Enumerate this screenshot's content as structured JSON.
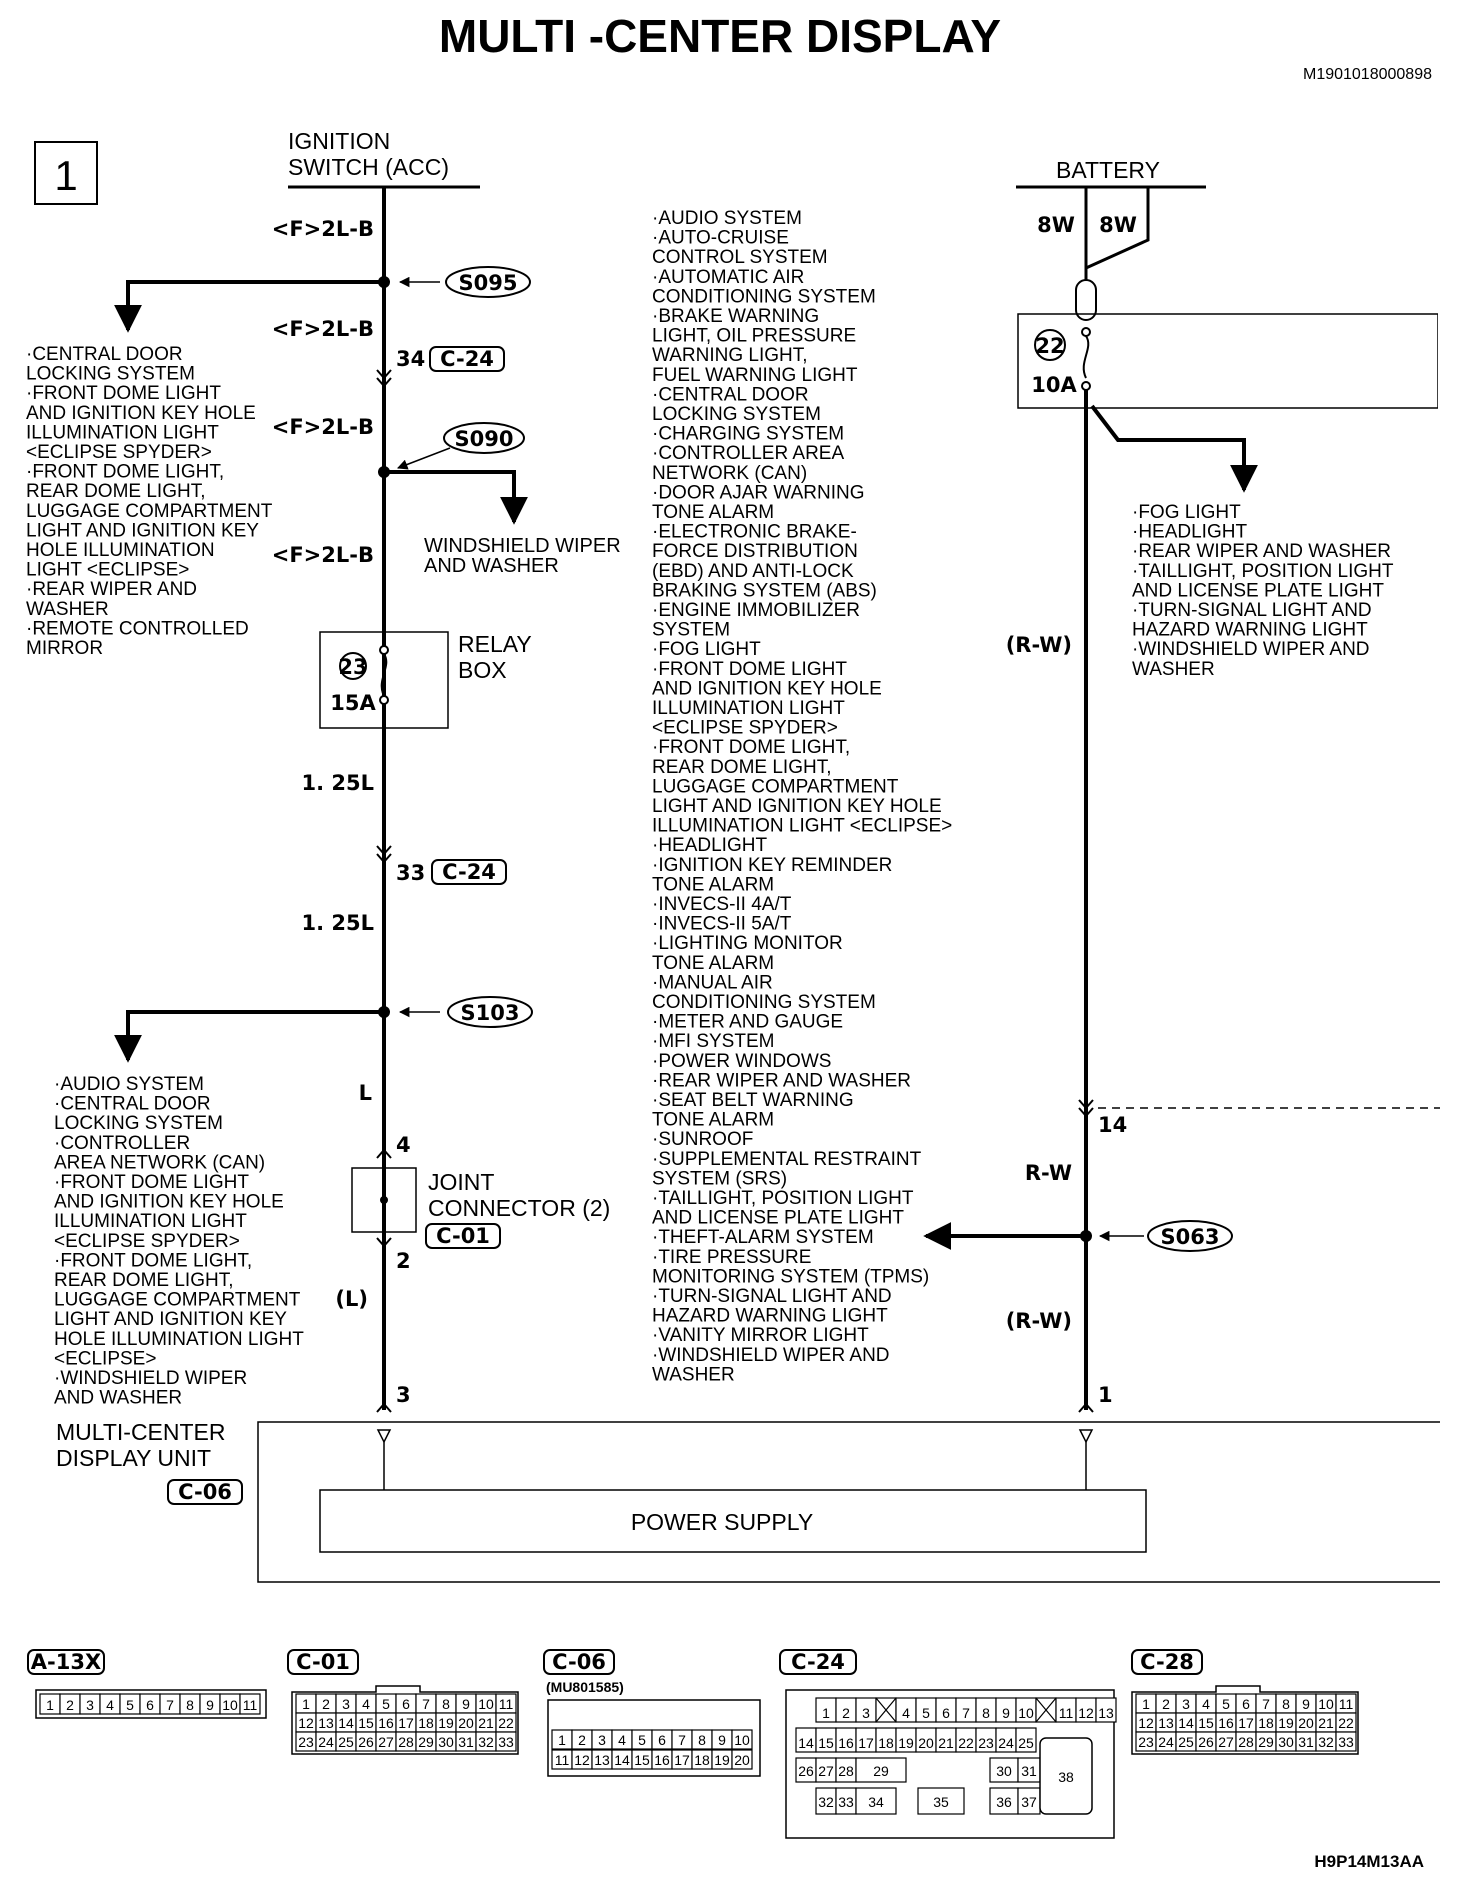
{
  "title": "MULTI -CENTER DISPLAY",
  "doc_code": "M1901018000898",
  "footer_code": "H9P14M13AA",
  "page_number": "1",
  "ignition": {
    "line1": "IGNITION",
    "line2": "SWITCH (ACC)"
  },
  "battery": {
    "label": "BATTERY",
    "wire_left": "8W",
    "wire_right": "8W"
  },
  "wires": {
    "w1": "<F>2L-B",
    "w2": "<F>2L-B",
    "w3": "<F>2L-B",
    "w4": "<F>2L-B",
    "w5": "1. 25L",
    "w6": "1. 25L",
    "w7": "L",
    "w8": "(L)",
    "w9": "(R-W)",
    "w10": "R-W",
    "w11": "(R-W)"
  },
  "splices": {
    "s1": "S095",
    "s2": "S090",
    "s3": "S103",
    "s4": "S063"
  },
  "connector_refs": {
    "pin34": "34",
    "c24a": "C-24",
    "pin33": "33",
    "c24b": "C-24",
    "pin4": "4",
    "pin2": "2",
    "c01": "C-01",
    "pin3": "3",
    "pin1": "1",
    "pin14": "14",
    "c06": "C-06"
  },
  "relay_box": {
    "fuse_no": "23",
    "amp": "15A",
    "line1": "RELAY",
    "line2": "BOX"
  },
  "battery_fuse": {
    "fuse_no": "22",
    "amp": "10A"
  },
  "joint_connector": {
    "line1": "JOINT",
    "line2": "CONNECTOR (2)"
  },
  "mcd_unit": {
    "line1": "MULTI-CENTER",
    "line2": "DISPLAY UNIT"
  },
  "power_supply": "POWER SUPPLY",
  "wiper_label": {
    "line1": "WINDSHIELD WIPER",
    "line2": "AND WASHER"
  },
  "list_left_top": [
    "·CENTRAL DOOR",
    " LOCKING SYSTEM",
    "·FRONT DOME LIGHT",
    " AND IGNITION KEY HOLE",
    " ILLUMINATION LIGHT",
    " <ECLIPSE SPYDER>",
    "·FRONT DOME LIGHT,",
    " REAR DOME LIGHT,",
    " LUGGAGE COMPARTMENT",
    " LIGHT AND IGNITION KEY",
    " HOLE ILLUMINATION",
    " LIGHT <ECLIPSE>",
    "·REAR WIPER AND",
    " WASHER",
    "·REMOTE CONTROLLED",
    " MIRROR"
  ],
  "list_left_bottom": [
    "·AUDIO SYSTEM",
    "·CENTRAL DOOR",
    " LOCKING SYSTEM",
    "·CONTROLLER",
    " AREA NETWORK (CAN)",
    "·FRONT DOME LIGHT",
    " AND IGNITION KEY HOLE",
    " ILLUMINATION LIGHT",
    " <ECLIPSE SPYDER>",
    "·FRONT DOME LIGHT,",
    " REAR DOME LIGHT,",
    " LUGGAGE COMPARTMENT",
    " LIGHT AND IGNITION KEY",
    " HOLE ILLUMINATION LIGHT",
    " <ECLIPSE>",
    "·WINDSHIELD WIPER",
    " AND WASHER"
  ],
  "list_center": [
    "·AUDIO SYSTEM",
    "·AUTO-CRUISE",
    " CONTROL SYSTEM",
    "·AUTOMATIC AIR",
    " CONDITIONING SYSTEM",
    "·BRAKE WARNING",
    " LIGHT, OIL PRESSURE",
    " WARNING LIGHT,",
    " FUEL WARNING LIGHT",
    "·CENTRAL DOOR",
    " LOCKING SYSTEM",
    "·CHARGING SYSTEM",
    "·CONTROLLER AREA",
    " NETWORK (CAN)",
    "·DOOR AJAR WARNING",
    " TONE ALARM",
    "·ELECTRONIC BRAKE-",
    " FORCE DISTRIBUTION",
    " (EBD) AND ANTI-LOCK",
    " BRAKING SYSTEM (ABS)",
    "·ENGINE IMMOBILIZER",
    " SYSTEM",
    "·FOG LIGHT",
    "·FRONT DOME LIGHT",
    " AND IGNITION KEY HOLE",
    " ILLUMINATION LIGHT",
    " <ECLIPSE SPYDER>",
    "·FRONT DOME LIGHT,",
    " REAR DOME LIGHT,",
    " LUGGAGE COMPARTMENT",
    " LIGHT AND IGNITION KEY HOLE",
    " ILLUMINATION LIGHT <ECLIPSE>",
    "·HEADLIGHT",
    "·IGNITION KEY REMINDER",
    " TONE ALARM",
    "·INVECS-II 4A/T",
    "·INVECS-II 5A/T",
    "·LIGHTING MONITOR",
    " TONE ALARM",
    "·MANUAL AIR",
    " CONDITIONING SYSTEM",
    "·METER AND GAUGE",
    "·MFI SYSTEM",
    "·POWER WINDOWS",
    "·REAR WIPER AND WASHER",
    "·SEAT BELT WARNING",
    " TONE ALARM",
    "·SUNROOF",
    "·SUPPLEMENTAL RESTRAINT",
    " SYSTEM (SRS)",
    "·TAILLIGHT, POSITION LIGHT",
    " AND LICENSE PLATE LIGHT",
    "·THEFT-ALARM SYSTEM",
    "·TIRE PRESSURE",
    " MONITORING SYSTEM (TPMS)",
    "·TURN-SIGNAL LIGHT AND",
    " HAZARD WARNING LIGHT",
    "·VANITY MIRROR LIGHT",
    "·WINDSHIELD WIPER AND",
    " WASHER"
  ],
  "list_right": [
    "·FOG LIGHT",
    "·HEADLIGHT",
    "·REAR WIPER AND WASHER",
    "·TAILLIGHT, POSITION LIGHT",
    " AND LICENSE PLATE LIGHT",
    "·TURN-SIGNAL LIGHT AND",
    " HAZARD WARNING LIGHT",
    "·WINDSHIELD WIPER AND",
    " WASHER"
  ],
  "connectors": {
    "a13x": {
      "name": "A-13X",
      "pins": [
        "1",
        "2",
        "3",
        "4",
        "5",
        "6",
        "7",
        "8",
        "9",
        "10",
        "11"
      ]
    },
    "c01": {
      "name": "C-01",
      "row1": [
        "1",
        "2",
        "3",
        "4",
        "5",
        "6",
        "7",
        "8",
        "9",
        "10",
        "11"
      ],
      "row2": [
        "12",
        "13",
        "14",
        "15",
        "16",
        "17",
        "18",
        "19",
        "20",
        "21",
        "22"
      ],
      "row3": [
        "23",
        "24",
        "25",
        "26",
        "27",
        "28",
        "29",
        "30",
        "31",
        "32",
        "33"
      ]
    },
    "c06": {
      "name": "C-06",
      "part": "(MU801585)",
      "row1": [
        "1",
        "2",
        "3",
        "4",
        "5",
        "6",
        "7",
        "8",
        "9",
        "10"
      ],
      "row2": [
        "11",
        "12",
        "13",
        "14",
        "15",
        "16",
        "17",
        "18",
        "19",
        "20"
      ]
    },
    "c24": {
      "name": "C-24",
      "row1": [
        "1",
        "2",
        "3",
        "",
        "4",
        "5",
        "6",
        "7",
        "8",
        "9",
        "10",
        "",
        "11",
        "12",
        "13"
      ],
      "row2": [
        "14",
        "15",
        "16",
        "17",
        "18",
        "19",
        "20",
        "21",
        "22",
        "23",
        "24",
        "25"
      ],
      "row3": [
        "26",
        "27",
        "28",
        "29",
        "30",
        "31"
      ],
      "row4": [
        "32",
        "33",
        "34",
        "35",
        "36",
        "37"
      ],
      "big": "38"
    },
    "c28": {
      "name": "C-28",
      "row1": [
        "1",
        "2",
        "3",
        "4",
        "5",
        "6",
        "7",
        "8",
        "9",
        "10",
        "11"
      ],
      "row2": [
        "12",
        "13",
        "14",
        "15",
        "16",
        "17",
        "18",
        "19",
        "20",
        "21",
        "22"
      ],
      "row3": [
        "23",
        "24",
        "25",
        "26",
        "27",
        "28",
        "29",
        "30",
        "31",
        "32",
        "33"
      ]
    }
  }
}
